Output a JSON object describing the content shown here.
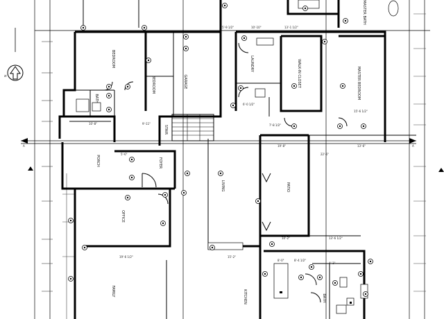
{
  "rooms": {
    "bedroom_upper": "BEDROOM",
    "bedroom_mid": "BEDROOM",
    "garage": "GARAGE",
    "laundry": "LAUNDRY",
    "walk_in_closet": "WALK-IN\nCLOSET",
    "master_bedroom": "MASTER\nBEDROOM",
    "master_bath": "MASTER\nBATH",
    "porch": "PORCH",
    "foyer": "FOYER",
    "stair": "STAIR",
    "living": "LIVING",
    "patio": "PATIO",
    "office": "OFFICE",
    "family": "FAMILY",
    "kitchen": "KITCHEN",
    "half_bath": "BATH",
    "bath_small": "BATH"
  },
  "dimensions": {
    "d1": "10'-10\"",
    "d2": "13'-1 1/2\"",
    "d3": "5'-9 1/2\"",
    "d4": "6'-0 1/2\"",
    "d5": "9'-11\"",
    "d6": "10'-8\"",
    "d7": "19'-8\"",
    "d8": "13'-6\"",
    "d9": "22'-6\"",
    "d10": "7'-8 1/2\"",
    "d11": "5'-6\"",
    "d12": "19'-6 1/2\"",
    "d13": "15'-2\"",
    "d14": "13'-6 1/2\"",
    "d15": "10'-2\"",
    "d16": "8'-4 1/2\"",
    "d17": "8'-0\"",
    "d18": "15'-6 1/2\"",
    "d19": "4'-1\""
  },
  "grid_labels": {
    "left": "A",
    "right": "A",
    "north": "N"
  },
  "colors": {
    "line": "#000000",
    "paper": "#ffffff"
  }
}
